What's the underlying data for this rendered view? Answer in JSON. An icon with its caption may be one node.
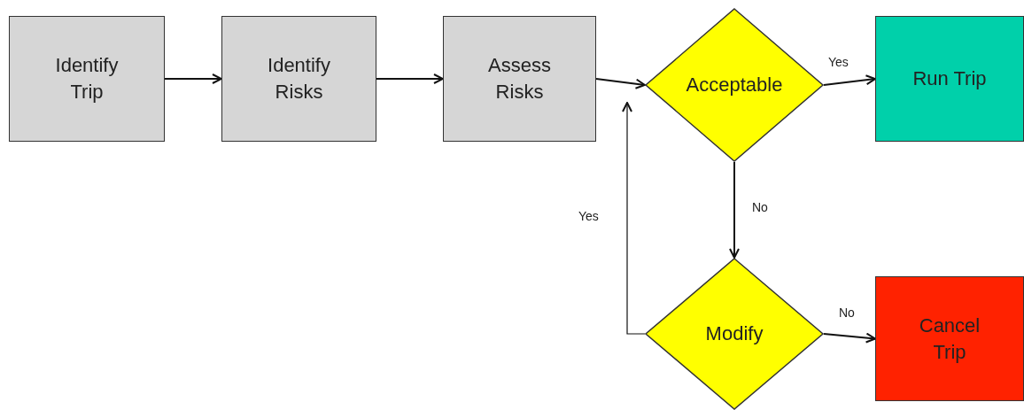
{
  "diagram": {
    "nodes": [
      {
        "text": [
          "Identify Trip"
        ]
      },
      {
        "text": [
          "Identify Risks"
        ]
      },
      {
        "text": [
          "Assess Risks"
        ]
      },
      {
        "text": [
          "Acceptable"
        ]
      },
      {
        "text": [
          "Run Trip"
        ]
      },
      {
        "text": [
          "Modify"
        ]
      },
      {
        "text": [
          "Cancel Trip"
        ]
      }
    ],
    "edges": [
      {
        "from": 0,
        "to": 1,
        "arrow": "to"
      },
      {
        "from": 1,
        "to": 2,
        "arrow": "to"
      },
      {
        "from": 2,
        "to": 3,
        "arrow": "to"
      },
      {
        "from": 3,
        "to": 4,
        "arrow": "to",
        "label": "Yes"
      },
      {
        "from": 3,
        "to": 5,
        "arrow": "to",
        "label": "No"
      },
      {
        "from": 5,
        "to": 3,
        "arrow": "to",
        "label": "Yes"
      },
      {
        "from": 5,
        "to": 6,
        "arrow": "to",
        "label": "No"
      }
    ]
  }
}
